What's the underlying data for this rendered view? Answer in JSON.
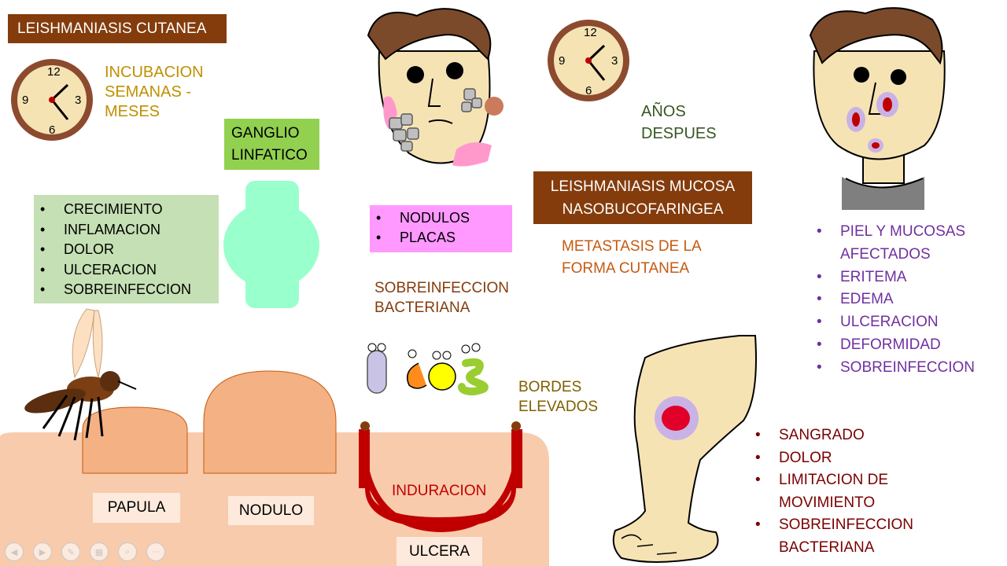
{
  "cutanea": {
    "title": "LEISHMANIASIS CUTANEA",
    "incubacion": [
      "INCUBACION",
      "SEMANAS -",
      "MESES"
    ],
    "ganglio": [
      "GANGLIO",
      "LINFATICO"
    ],
    "list": [
      "CRECIMIENTO",
      " INFLAMACION",
      "DOLOR",
      "ULCERACION",
      " SOBREINFECCION"
    ],
    "nodulos_list": [
      "NODULOS",
      "PLACAS"
    ],
    "sobreinfeccion": [
      "SOBREINFECCION",
      "BACTERIANA"
    ],
    "bordes": [
      "BORDES",
      "ELEVADOS"
    ],
    "stages": {
      "papula": "PAPULA",
      "nodulo": "NODULO",
      "induracion": "INDURACION",
      "ulcera": "ULCERA"
    }
  },
  "mucosa": {
    "anos": [
      "AÑOS",
      "DESPUES"
    ],
    "title": [
      "LEISHMANIASIS MUCOSA",
      "NASOBUCOFARINGEA"
    ],
    "metastasis": [
      "METASTASIS DE LA",
      "FORMA CUTANEA"
    ],
    "list": [
      "PIEL Y MUCOSAS",
      "AFECTADOS",
      "ERITEMA",
      "EDEMA",
      "ULCERACION",
      "DEFORMIDAD",
      "SOBREINFECCION"
    ],
    "leg_list": [
      "SANGRADO",
      "DOLOR",
      "LIMITACION DE",
      "MOVIMIENTO",
      "SOBREINFECCION",
      "BACTERIANA"
    ]
  },
  "colors": {
    "title_bg": "#843c0c",
    "gold": "#bf9000",
    "green_text": "#375623",
    "orange_text": "#c55a11",
    "purple_text": "#7030a0",
    "dark_red": "#7b0000",
    "skin": "#f8cbad",
    "bump": "#f4b183"
  },
  "icons": [
    "clock-icon",
    "mosquito-icon",
    "bacteria-icon",
    "face-icon",
    "leg-icon"
  ]
}
